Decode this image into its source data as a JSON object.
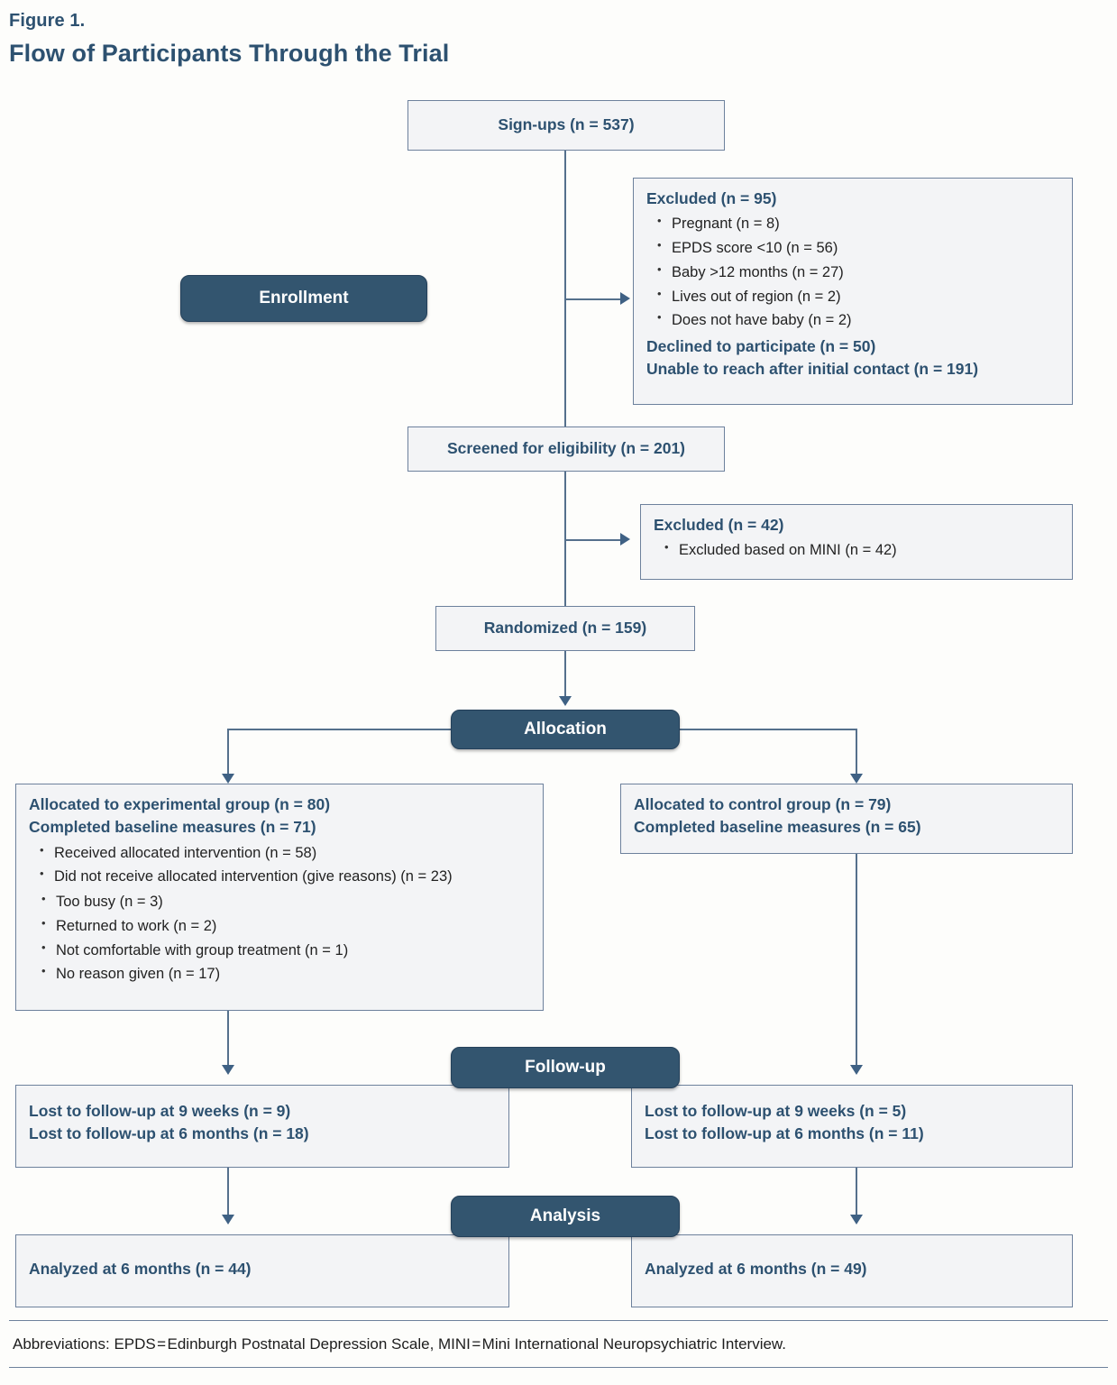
{
  "figure": {
    "label": "Figure 1.",
    "title": "Flow of Participants Through the Trial"
  },
  "colors": {
    "accent_dark": "#33556f",
    "text_blue": "#2d5170",
    "box_fill": "#f3f4f6",
    "box_border": "#6d819c",
    "connector": "#55708c"
  },
  "stages": {
    "enrollment": "Enrollment",
    "allocation": "Allocation",
    "followup": "Follow-up",
    "analysis": "Analysis"
  },
  "nodes": {
    "signups": {
      "text": "Sign-ups (n = 537)"
    },
    "excluded_1": {
      "heading": "Excluded (n = 95)",
      "bullets": [
        "Pregnant (n = 8)",
        "EPDS score <10 (n = 56)",
        "Baby >12 months (n = 27)",
        "Lives out of region (n = 2)",
        "Does not have baby (n = 2)"
      ],
      "footer_lines": [
        "Declined to participate (n = 50)",
        "Unable to reach after initial contact (n = 191)"
      ]
    },
    "screened": {
      "text": "Screened for eligibility (n = 201)"
    },
    "excluded_2": {
      "heading": "Excluded (n = 42)",
      "bullets": [
        "Excluded based on MINI (n = 42)"
      ]
    },
    "randomized": {
      "text": "Randomized (n = 159)"
    },
    "allocated_experimental": {
      "lines": [
        "Allocated to experimental group (n = 80)",
        "Completed baseline measures (n = 71)"
      ],
      "bullets": [
        "Received allocated intervention (n = 58)",
        "Did not receive allocated intervention (give reasons) (n = 23)"
      ],
      "sub_bullets": [
        "Too busy (n = 3)",
        "Returned to work (n = 2)",
        "Not comfortable with group treatment (n = 1)",
        "No reason given (n = 17)"
      ]
    },
    "allocated_control": {
      "lines": [
        "Allocated to control group (n = 79)",
        "Completed baseline measures (n = 65)"
      ]
    },
    "followup_experimental": {
      "lines": [
        "Lost to follow-up at 9 weeks (n = 9)",
        "Lost to follow-up at 6 months (n = 18)"
      ]
    },
    "followup_control": {
      "lines": [
        "Lost to follow-up at 9 weeks (n = 5)",
        "Lost to follow-up at 6 months (n = 11)"
      ]
    },
    "analysis_experimental": {
      "text": "Analyzed at 6 months (n = 44)"
    },
    "analysis_control": {
      "text": "Analyzed at 6 months (n = 49)"
    }
  },
  "footnote": "Abbreviations: EPDS = Edinburgh Postnatal Depression Scale, MINI = Mini International Neuropsychiatric Interview."
}
